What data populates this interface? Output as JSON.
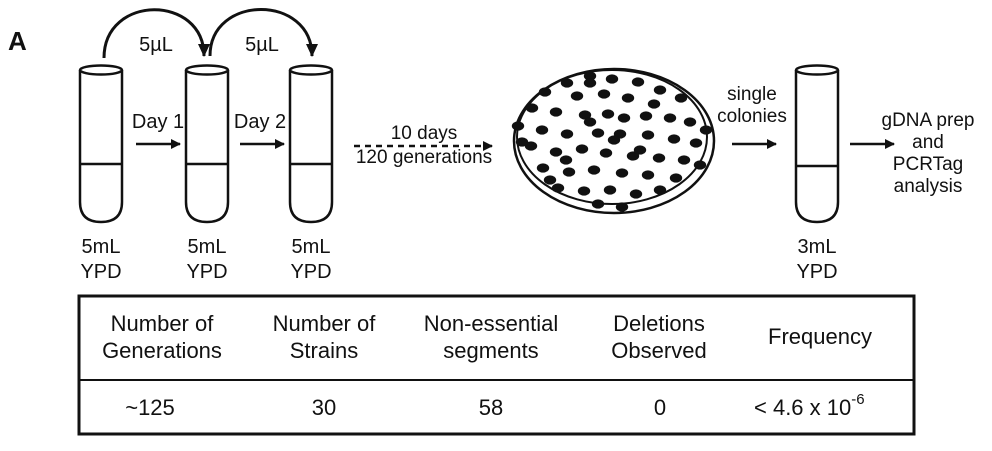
{
  "panel_label": "A",
  "transfer_volume": "5µL",
  "day1_label": "Day 1",
  "day2_label": "Day 2",
  "duration_line1": "10 days",
  "duration_line2": "120 generations",
  "plating_line1": "single",
  "plating_line2": "colonies",
  "analysis_lines": [
    "gDNA prep",
    "and",
    "PCRTag",
    "analysis"
  ],
  "tubes": [
    {
      "volume": "5mL",
      "medium": "YPD"
    },
    {
      "volume": "5mL",
      "medium": "YPD"
    },
    {
      "volume": "5mL",
      "medium": "YPD"
    },
    {
      "volume": "3mL",
      "medium": "YPD"
    }
  ],
  "colony_count": 56,
  "table": {
    "headers": [
      [
        "Number of",
        "Generations"
      ],
      [
        "Number of",
        "Strains"
      ],
      [
        "Non-essential",
        "segments"
      ],
      [
        "Deletions",
        "Observed"
      ],
      [
        "Frequency"
      ]
    ],
    "row": [
      "~125",
      "30",
      "58",
      "0"
    ],
    "frequency": {
      "base": "< 4.6 x 10",
      "exponent": "-6"
    }
  }
}
